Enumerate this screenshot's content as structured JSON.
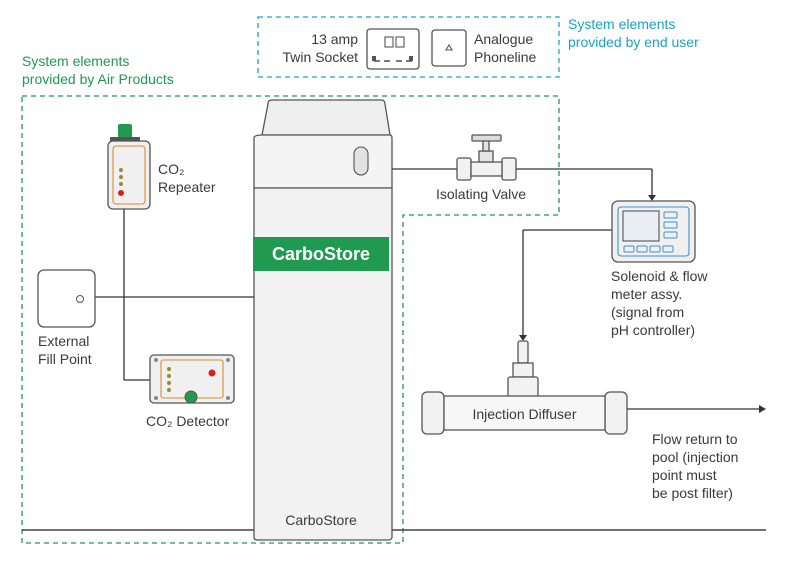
{
  "groups": {
    "air_products": "System elements\nprovided by Air Products",
    "end_user": "System elements\nprovided by end user"
  },
  "components": {
    "socket": "13 amp\nTwin Socket",
    "phoneline": "Analogue\nPhoneline",
    "carbostore": "CarboStore",
    "carbostore_base": "CarboStore",
    "co2_repeater": "CO₂\nRepeater",
    "external_fill": "External\nFill Point",
    "co2_detector": "CO₂ Detector",
    "isolating_valve": "Isolating Valve",
    "solenoid": "Solenoid & flow\nmeter assy.\n(signal from\npH controller)",
    "injection_diffuser": "Injection Diffuser",
    "flow_return": "Flow return to\npool (injection\npoint must\nbe post filter)"
  },
  "colors": {
    "green": "#1f9a4f",
    "blue": "#1aa3c8",
    "device_orange": "#e08a2a",
    "screen_blue": "#3b8fd3"
  }
}
